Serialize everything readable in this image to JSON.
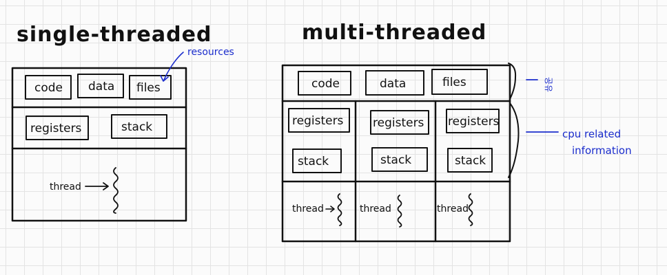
{
  "single": {
    "title": "single-threaded",
    "code": "code",
    "data": "data",
    "files": "files",
    "registers": "registers",
    "stack": "stack",
    "thread": "thread"
  },
  "multi": {
    "title": "multi-threaded",
    "code": "code",
    "data": "data",
    "files": "files",
    "registers": [
      "registers",
      "registers",
      "registers"
    ],
    "stack": [
      "stack",
      "stack",
      "stack"
    ],
    "thread": [
      "thread",
      "thread",
      "thread"
    ]
  },
  "annotations": {
    "resources": "resources",
    "shared": "공유",
    "cpu_line1": "cpu related",
    "cpu_line2": "information"
  },
  "colors": {
    "ink": "#111111",
    "annotation_blue": "#1a2ccc"
  }
}
